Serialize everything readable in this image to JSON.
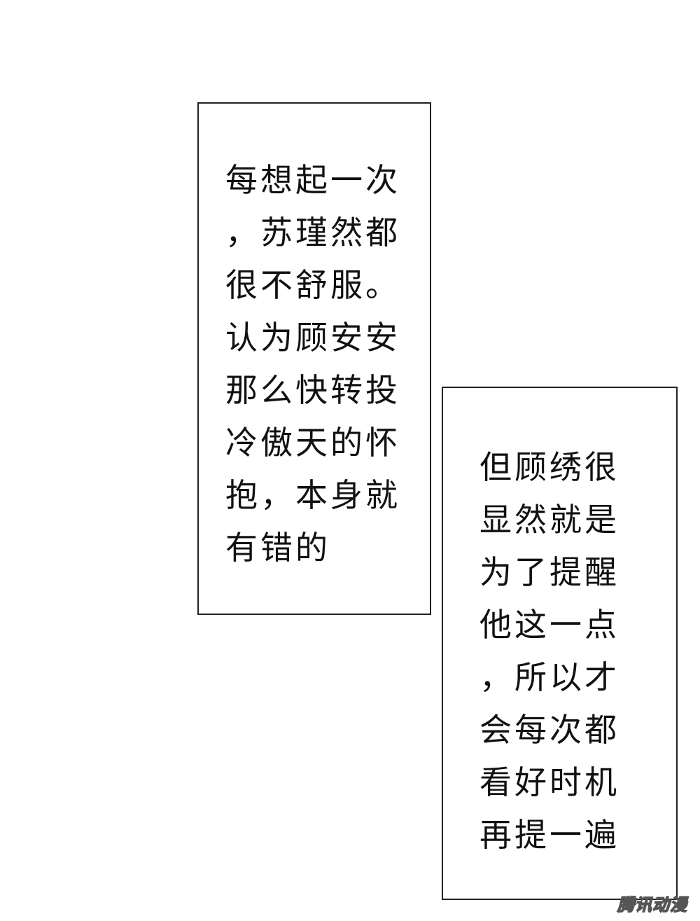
{
  "captions": [
    {
      "lines": [
        "每想起一次",
        "，苏瑾然都",
        "很不舒服。",
        "认为顾安安",
        "那么快转投",
        "冷傲天的怀",
        "抱，本身就",
        "有错的"
      ]
    },
    {
      "lines": [
        "但顾绣很",
        "显然就是",
        "为了提醒",
        "他这一点",
        "，所以才",
        "会每次都",
        "看好时机",
        "再提一遍"
      ]
    }
  ],
  "watermark": "腾讯动漫"
}
